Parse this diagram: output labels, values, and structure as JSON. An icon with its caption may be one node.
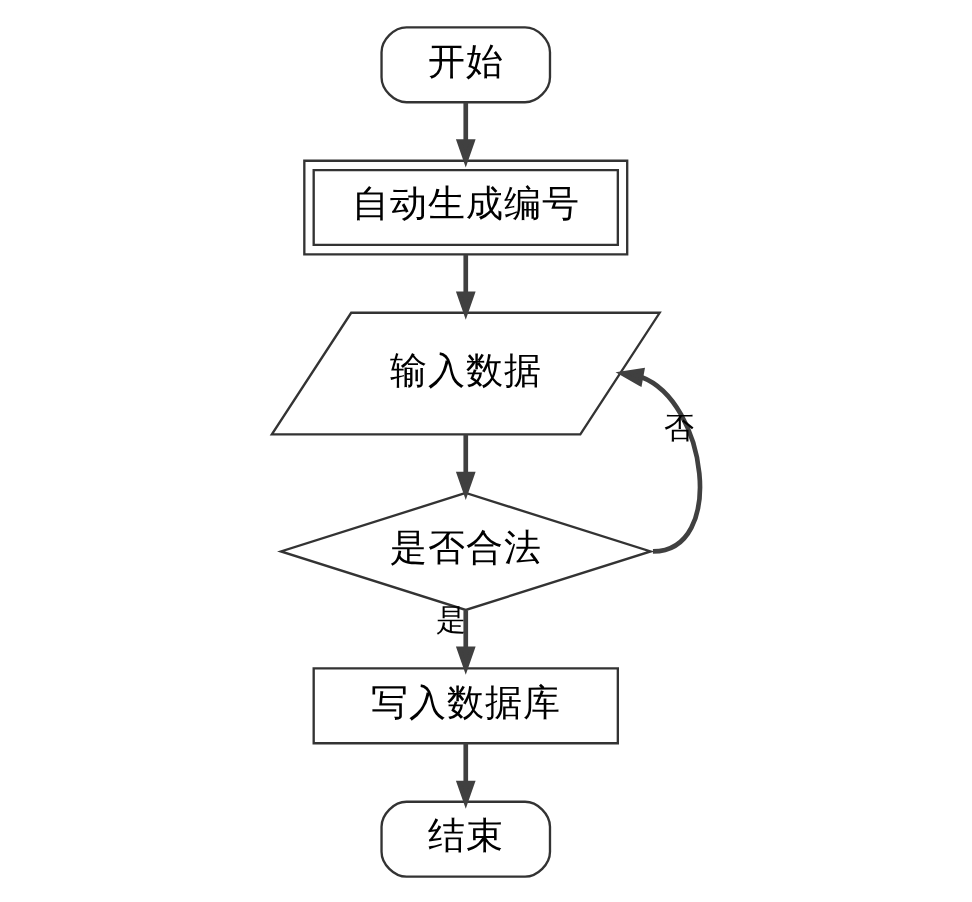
{
  "diagram": {
    "nodes": [
      {
        "text": [
          "开始"
        ]
      },
      {
        "text": [
          "自动生成编号"
        ]
      },
      {
        "text": [
          "输入数据"
        ]
      },
      {
        "text": [
          "是否合法"
        ]
      },
      {
        "text": [
          "写入数据库"
        ]
      },
      {
        "text": [
          "结束"
        ]
      }
    ],
    "edges": [
      {
        "from": 0,
        "to": 1,
        "arrow": "to"
      },
      {
        "from": 1,
        "to": 2,
        "arrow": "to"
      },
      {
        "from": 2,
        "to": 3,
        "arrow": "to"
      },
      {
        "from": 3,
        "to": 2,
        "arrow": "to",
        "label": "否"
      },
      {
        "from": 3,
        "to": 4,
        "arrow": "to",
        "label": "是"
      },
      {
        "from": 4,
        "to": 5,
        "arrow": "to"
      }
    ]
  }
}
